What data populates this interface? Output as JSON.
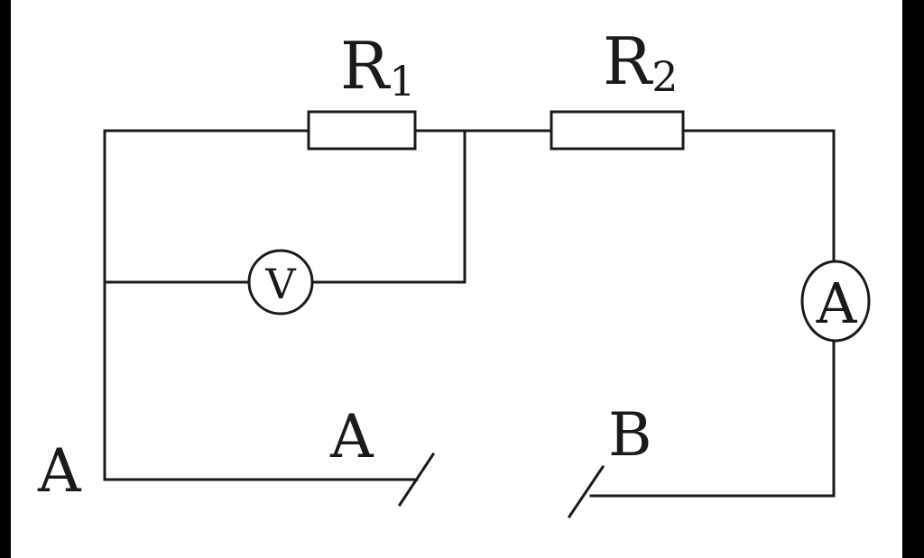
{
  "diagram": {
    "labels": {
      "r1_main": "R",
      "r1_sub": "1",
      "r2_main": "R",
      "r2_sub": "2",
      "voltmeter": "V",
      "ammeter": "A",
      "terminal_left": "A",
      "switch_left": "A",
      "switch_right": "B"
    },
    "colors": {
      "frame": "#000000",
      "background": "#ffffff",
      "line": "#1a1a1a"
    }
  }
}
